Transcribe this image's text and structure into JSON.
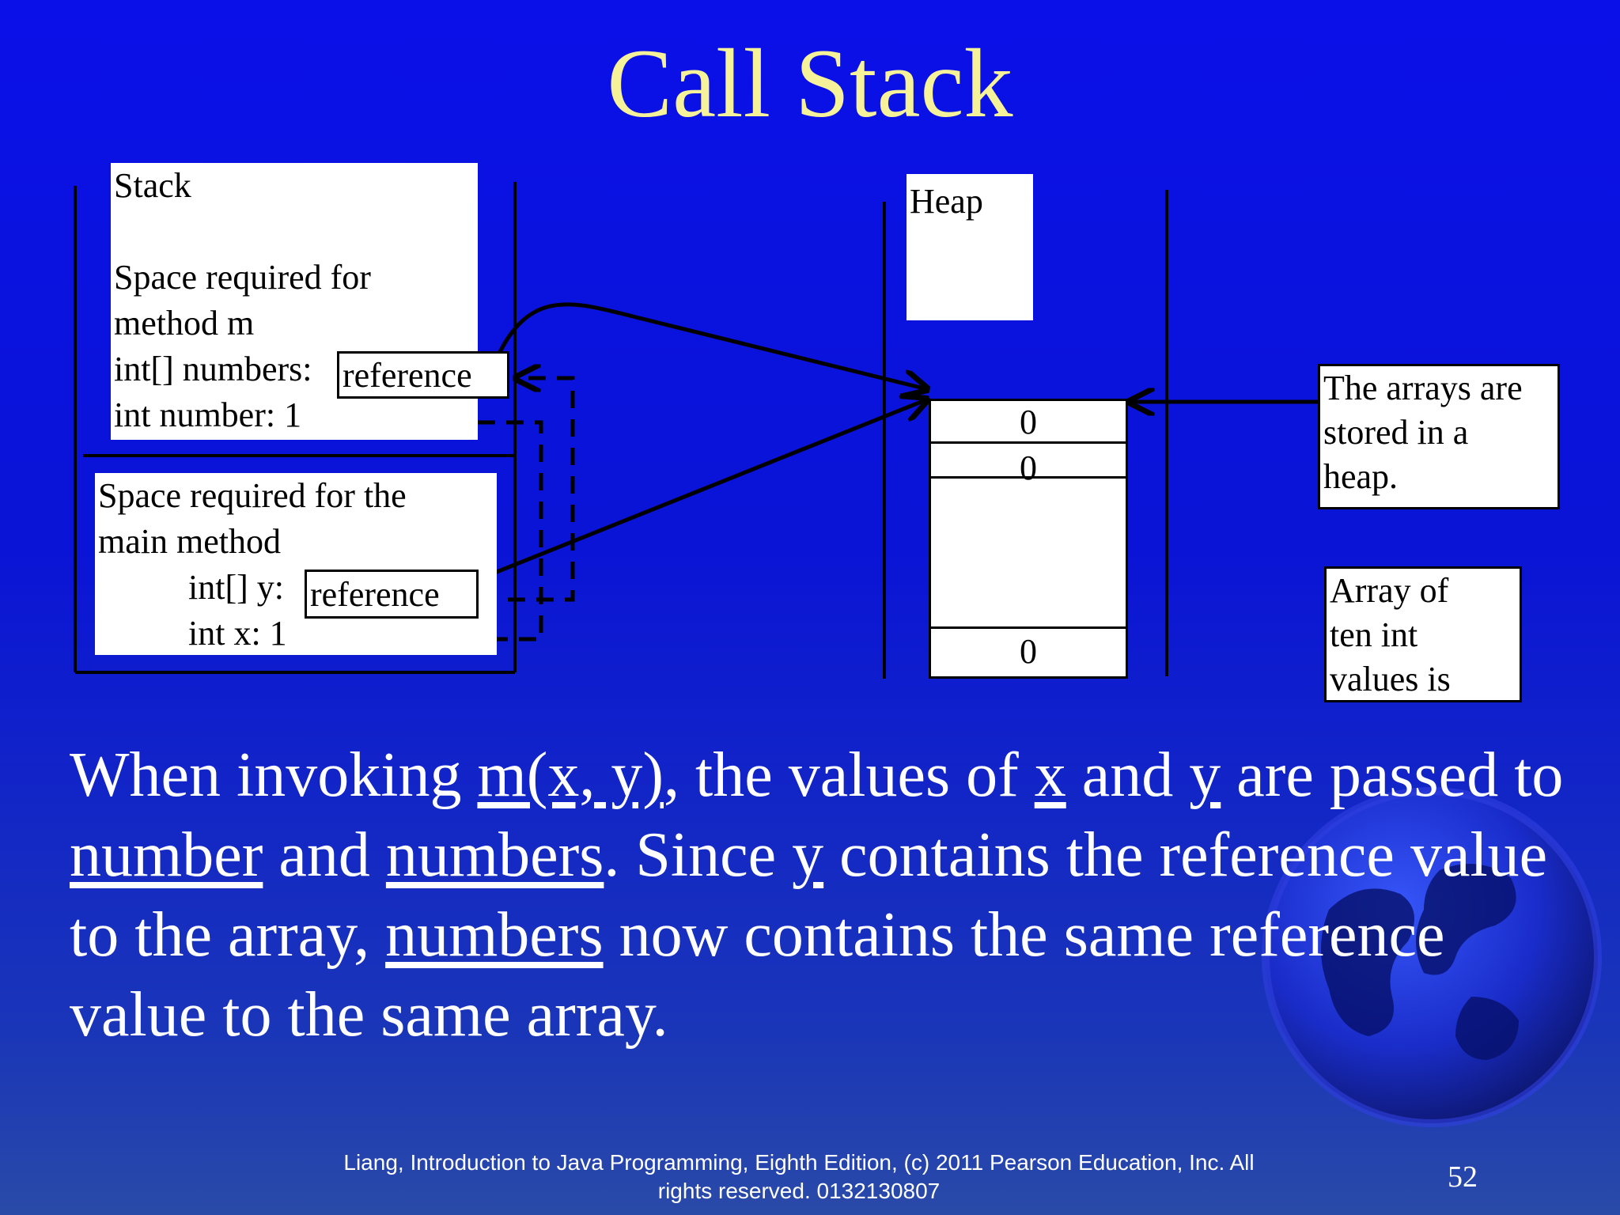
{
  "title": "Call Stack",
  "stack": {
    "label": "Stack",
    "method_m": {
      "lines": [
        "Space required for",
        "method m",
        "int[] numbers:",
        "int number: 1"
      ],
      "reference_label": "reference"
    },
    "main_method": {
      "lines": [
        "Space required for the",
        "main method",
        "int[] y:",
        "int x: 1"
      ],
      "reference_label": "reference"
    }
  },
  "heap": {
    "label": "Heap",
    "array_cells": [
      "0",
      "0",
      "0"
    ]
  },
  "notes": {
    "arrays_in_heap": [
      "The arrays are",
      "stored in a",
      "heap."
    ],
    "array_of_ten": [
      "Array of",
      "ten int",
      "values is"
    ]
  },
  "paragraph": {
    "p1": "When invoking ",
    "u1": "m(x, y)",
    "p2": ", the values of ",
    "u2": "x",
    "p3": " and ",
    "u3": "y",
    "p4": " are passed to ",
    "u4": "number",
    "p5": " and ",
    "u5": "numbers",
    "p6": ". Since ",
    "u6": "y",
    "p7": " contains the reference value to the array, ",
    "u7": "numbers",
    "p8": " now contains the same reference value to the same array."
  },
  "footer": {
    "line1": "Liang, Introduction to Java Programming, Eighth Edition, (c) 2011 Pearson Education, Inc. All",
    "line2": "rights reserved. 0132130807"
  },
  "page_number": "52",
  "colors": {
    "title": "#f6f29a",
    "background": "#0a10e8",
    "text": "#ffffff"
  },
  "icons": {
    "globe": "globe-icon"
  }
}
